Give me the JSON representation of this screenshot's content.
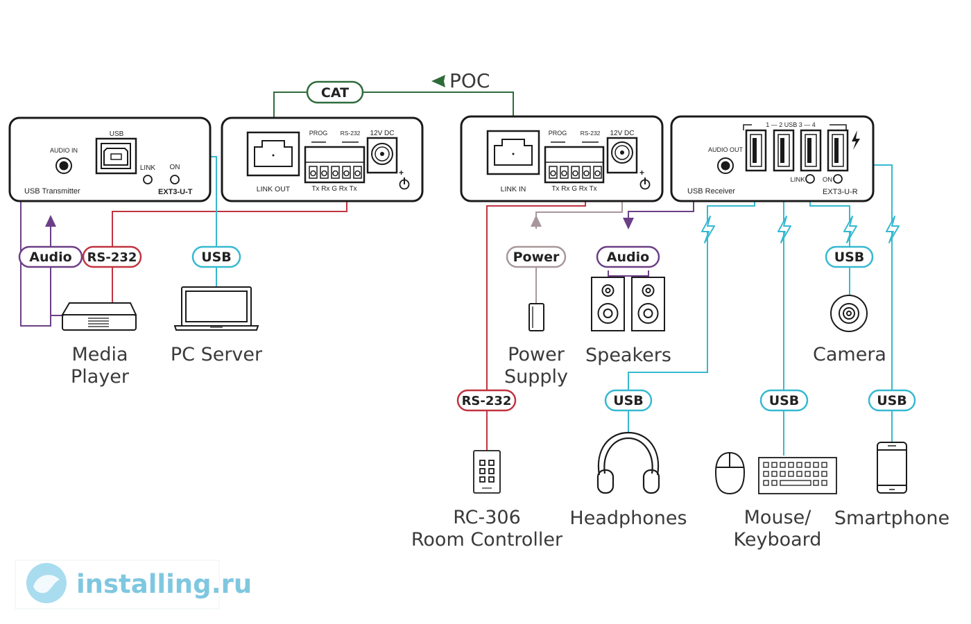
{
  "colors": {
    "cat": "#2e6b3a",
    "audio": "#6b3f86",
    "rs232": "#c0333f",
    "usb": "#35b9d0",
    "power": "#a8979a",
    "device": "#1a1a1a",
    "text": "#3a3a3a",
    "watermark": "#7fc7e0"
  },
  "link": {
    "cat": "CAT",
    "poc": "POC"
  },
  "tx": {
    "audio_in": "AUDIO IN",
    "usb": "USB",
    "link": "LINK",
    "on": "ON",
    "name": "USB Transmitter",
    "model": "EXT3-U-T",
    "prog": "PROG",
    "rs232": "RS-232",
    "dc": "12V DC",
    "link_out": "LINK OUT",
    "pins": "Tx  Rx  G  Rx  Tx"
  },
  "rx": {
    "link_in": "LINK IN",
    "prog": "PROG",
    "rs232": "RS-232",
    "dc": "12V DC",
    "pins": "Tx  Rx  G  Rx  Tx",
    "audio_out": "AUDIO OUT",
    "name": "USB Receiver",
    "usb_ports": "1  —  2  USB  3  —  4",
    "link": "LINK",
    "on": "ON",
    "model": "EXT3-U-R"
  },
  "pills": {
    "audio_tx": "Audio",
    "rs232_tx": "RS-232",
    "usb_pc": "USB",
    "power": "Power",
    "audio_rx": "Audio",
    "usb_camera": "USB",
    "rs232_rx": "RS-232",
    "usb_headphones": "USB",
    "usb_keyboard": "USB",
    "usb_phone": "USB"
  },
  "devices": {
    "media_player": [
      "Media",
      "Player"
    ],
    "pc_server": "PC Server",
    "power_supply": [
      "Power",
      "Supply"
    ],
    "speakers": "Speakers",
    "camera": "Camera",
    "room_controller": [
      "RC-306",
      "Room Controller"
    ],
    "headphones": "Headphones",
    "mouse_keyboard": [
      "Mouse/",
      "Keyboard"
    ],
    "smartphone": "Smartphone"
  },
  "watermark": "installing.ru",
  "icons": [
    "rj45-port-icon",
    "usb-b-port-icon",
    "audio-jack-icon",
    "dc-jack-icon",
    "terminal-block-icon",
    "usb-a-port-icon",
    "lightning-icon",
    "laptop-icon",
    "media-player-icon",
    "power-supply-icon",
    "speaker-icon",
    "camera-icon",
    "remote-control-icon",
    "headphones-icon",
    "mouse-icon",
    "keyboard-icon",
    "smartphone-icon"
  ]
}
